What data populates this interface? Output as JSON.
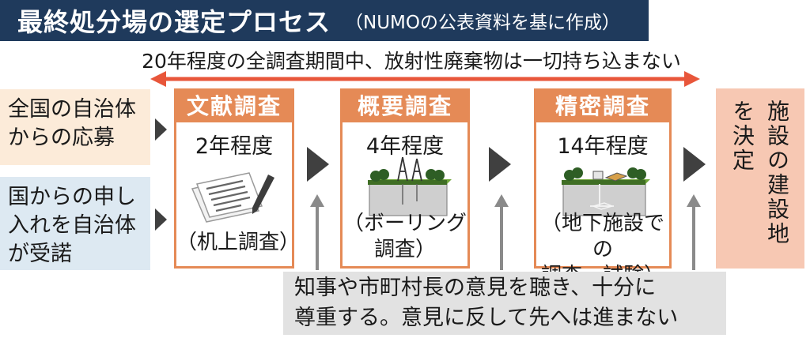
{
  "title": {
    "main": "最終処分場の選定プロセス",
    "sub": "（NUMOの公表資料を基に作成）"
  },
  "period_note": "20年程度の全調査期間中、放射性廃棄物は一切持ち込まない",
  "left_boxes": {
    "applications": [
      "全国の自治体",
      "からの応募"
    ],
    "requests": [
      "国からの申し",
      "入れを自治体",
      "が受諾"
    ]
  },
  "stages": [
    {
      "name": "文献調査",
      "duration": "2年程度",
      "note": [
        "（机上調査）"
      ],
      "icon": "documents-pen-icon"
    },
    {
      "name": "概要調査",
      "duration": "4年程度",
      "note": [
        "（ボーリング",
        "調査）"
      ],
      "icon": "boring-rig-icon"
    },
    {
      "name": "精密調査",
      "duration": "14年程度",
      "note": [
        "（地下施設での",
        "調査・試験）"
      ],
      "icon": "underground-facility-icon"
    }
  ],
  "decision": [
    "施設の建設地",
    "を決定"
  ],
  "bottom_note": [
    "知事や市町村長の意見を聴き、十分に",
    "尊重する。意見に反して先へは進まない"
  ],
  "colors": {
    "title_bg": "#1f3a5c",
    "stage_orange": "#e58a56",
    "period_arrow": "#e8563a",
    "left_box_applications": "#fcebd9",
    "left_box_requests": "#dde9f2",
    "decision_bg": "#f7c8b3",
    "bottom_note_bg": "#e2e2e2",
    "step_arrow": "#404040",
    "up_arrow": "#8a8a8a"
  }
}
